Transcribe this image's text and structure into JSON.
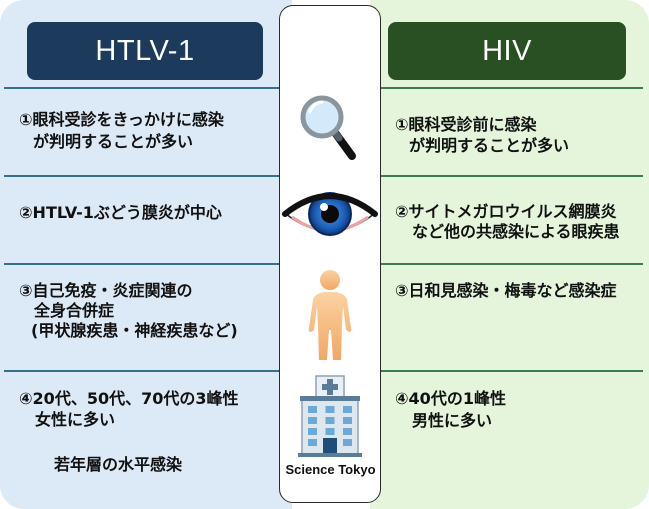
{
  "left": {
    "title": "HTLV-1",
    "items": [
      {
        "lines": [
          "①眼科受診をきっかけに感染",
          "が判明することが多い"
        ]
      },
      {
        "lines": [
          "②HTLV-1ぶどう膜炎が中心"
        ]
      },
      {
        "lines": [
          "③自己免疫・炎症関連の",
          "全身合併症",
          "(甲状腺疾患・神経疾患など)"
        ]
      },
      {
        "lines": [
          "④20代、50代、70代の3峰性",
          "女性に多い"
        ],
        "note": "若年層の水平感染"
      }
    ]
  },
  "right": {
    "title": "HIV",
    "items": [
      {
        "lines": [
          "①眼科受診前に感染",
          "が判明することが多い"
        ]
      },
      {
        "lines": [
          "②サイトメガロウイルス網膜炎",
          "など他の共感染による眼疾患"
        ]
      },
      {
        "lines": [
          "③日和見感染・梅毒など感染症"
        ]
      },
      {
        "lines": [
          "④40代の1峰性",
          "男性に多い"
        ]
      }
    ]
  },
  "center": {
    "icons": [
      "magnifier-icon",
      "eye-icon",
      "human-body-icon",
      "hospital-icon"
    ],
    "brand": "Science Tokyo"
  },
  "colors": {
    "left_panel": "#dce9f6",
    "right_panel": "#e5f5dc",
    "left_header": "#1b3a5c",
    "right_header": "#285023",
    "left_divider": "#34708a",
    "right_divider": "#3e7a4e",
    "body_figure": "#f5b97c",
    "iris": "#1d5fb8"
  }
}
